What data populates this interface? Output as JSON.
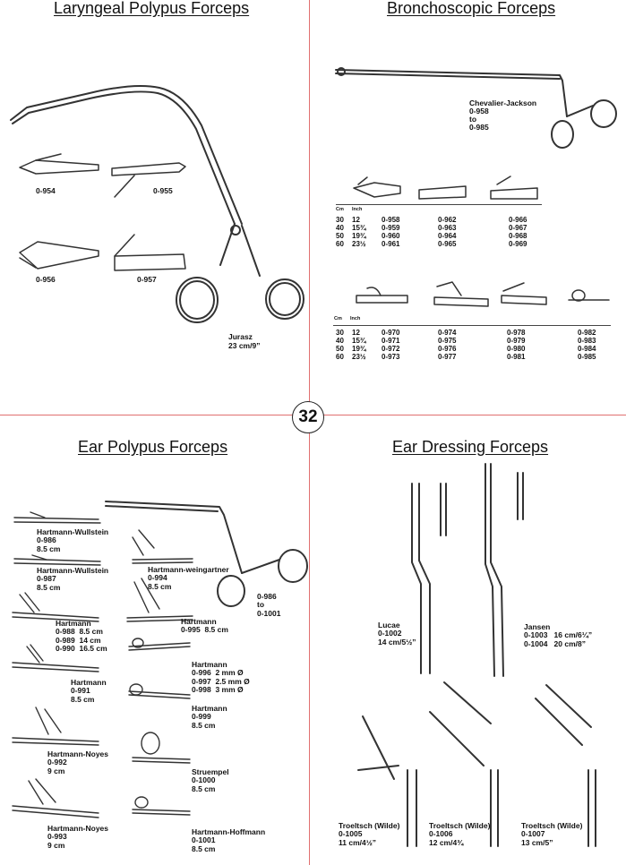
{
  "page": {
    "number": "32"
  },
  "sections": {
    "laryngeal": {
      "title": "Laryngeal Polypus Forceps",
      "labels": [
        "0-954",
        "0-955",
        "0-956",
        "0-957"
      ],
      "main": {
        "name": "Jurasz",
        "size": "23 cm/9”"
      }
    },
    "bronchoscopic": {
      "title": "Bronchoscopic Forceps",
      "main": {
        "name": "Chevalier-Jackson",
        "from": "0-958",
        "to_word": "to",
        "to": "0-985"
      },
      "table_headers": {
        "cm": "Cm",
        "inch": "Inch"
      },
      "sizes": [
        {
          "cm": "30",
          "inch": "12"
        },
        {
          "cm": "40",
          "inch": "15¾"
        },
        {
          "cm": "50",
          "inch": "19¾"
        },
        {
          "cm": "60",
          "inch": "23½"
        }
      ],
      "table1": [
        [
          "0-958",
          "0-959",
          "0-960",
          "0-961"
        ],
        [
          "0-962",
          "0-963",
          "0-964",
          "0-965"
        ],
        [
          "0-966",
          "0-967",
          "0-968",
          "0-969"
        ]
      ],
      "table2": [
        [
          "0-970",
          "0-971",
          "0-972",
          "0-973"
        ],
        [
          "0-974",
          "0-975",
          "0-976",
          "0-977"
        ],
        [
          "0-978",
          "0-979",
          "0-980",
          "0-981"
        ],
        [
          "0-982",
          "0-983",
          "0-984",
          "0-985"
        ]
      ]
    },
    "ear_polypus": {
      "title": "Ear Polypus Forceps",
      "items": [
        {
          "key": "hw986",
          "text": "Hartmann-Wullstein\n0-986\n8.5 cm"
        },
        {
          "key": "hw987",
          "text": "Hartmann-Wullstein\n0-987\n8.5 cm"
        },
        {
          "key": "h988",
          "text": "Hartmann\n0-988  8.5 cm\n0-989  14 cm\n0-990  16.5 cm"
        },
        {
          "key": "h991",
          "text": "Hartmann\n0-991\n8.5 cm"
        },
        {
          "key": "hn992",
          "text": "Hartmann-Noyes\n0-992\n9 cm"
        },
        {
          "key": "hn993",
          "text": "Hartmann-Noyes\n0-993\n9 cm"
        },
        {
          "key": "hwg994",
          "text": "Hartmann-weingartner\n0-994\n8.5 cm"
        },
        {
          "key": "h995",
          "text": "Hartmann\n0-995  8.5 cm"
        },
        {
          "key": "h996",
          "text": "Hartmann\n0-996  2 mm Ø\n0-997  2.5 mm Ø\n0-998  3 mm Ø"
        },
        {
          "key": "h999",
          "text": "Hartmann\n0-999\n8.5 cm"
        },
        {
          "key": "s1000",
          "text": "Struempel\n0-1000\n8.5 cm"
        },
        {
          "key": "hh1001",
          "text": "Hartmann-Hoffmann\n0-1001\n8.5 cm"
        },
        {
          "key": "range",
          "text": "0-986\nto\n0-1001"
        }
      ]
    },
    "ear_dressing": {
      "title": "Ear Dressing Forceps",
      "items": [
        {
          "key": "lucae",
          "text": "Lucae\n0-1002\n14 cm/5½”"
        },
        {
          "key": "jansen",
          "text": "Jansen\n0-1003   16 cm/6¼”\n0-1004   20 cm/8”"
        },
        {
          "key": "troeltsch1005",
          "text": "Troeltsch (Wilde)\n0-1005\n11 cm/4½”"
        },
        {
          "key": "troeltsch1006",
          "text": "Troeltsch (Wilde)\n0-1006\n12 cm/4¾"
        },
        {
          "key": "troeltsch1007",
          "text": "Troeltsch (Wilde)\n0-1007\n13 cm/5”"
        }
      ]
    }
  }
}
